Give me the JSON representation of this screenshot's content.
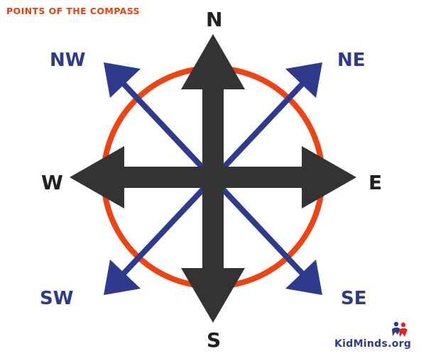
{
  "title": "POINTS OF THE COMPASS",
  "directions": {
    "n": "N",
    "ne": "NE",
    "e": "E",
    "se": "SE",
    "s": "S",
    "sw": "SW",
    "w": "W",
    "nw": "NW"
  },
  "brand": "KidMinds.org",
  "colors": {
    "title": "#e8410f",
    "ring": "#ee4312",
    "cardinal_arrow": "#333333",
    "intercardinal_arrow": "#2e3a8c",
    "intercardinal_label": "#2e3a8c",
    "cardinal_label": "#222222",
    "brand": "#2e3a8c",
    "logo_red": "#e02424"
  }
}
